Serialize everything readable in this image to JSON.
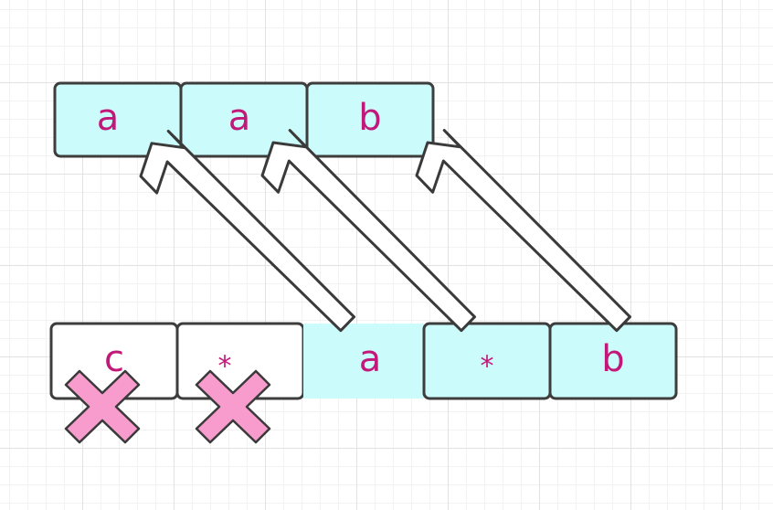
{
  "pattern": {
    "cells": [
      "a",
      "a",
      "b"
    ],
    "fill_color": "#ccfbfb"
  },
  "text_row": {
    "cells": [
      {
        "label": "c",
        "highlighted": false,
        "crossed": true
      },
      {
        "label": "*",
        "highlighted": false,
        "crossed": true
      },
      {
        "label": "a",
        "highlighted": true,
        "crossed": false
      },
      {
        "label": "*",
        "highlighted": true,
        "crossed": false
      },
      {
        "label": "b",
        "highlighted": true,
        "crossed": false
      }
    ]
  },
  "arrows": [
    {
      "from_text_index": 2,
      "to_pattern_index": 0
    },
    {
      "from_text_index": 3,
      "to_pattern_index": 1
    },
    {
      "from_text_index": 4,
      "to_pattern_index": 2
    }
  ],
  "colors": {
    "text": "#c2187a",
    "highlight": "#ccfbfb",
    "plain": "#ffffff",
    "cross": "#f79ccc",
    "border": "#3d3d3d"
  },
  "icons": {
    "arrow": "hollow-up-left-arrow-icon",
    "cross": "x-mark-icon"
  }
}
